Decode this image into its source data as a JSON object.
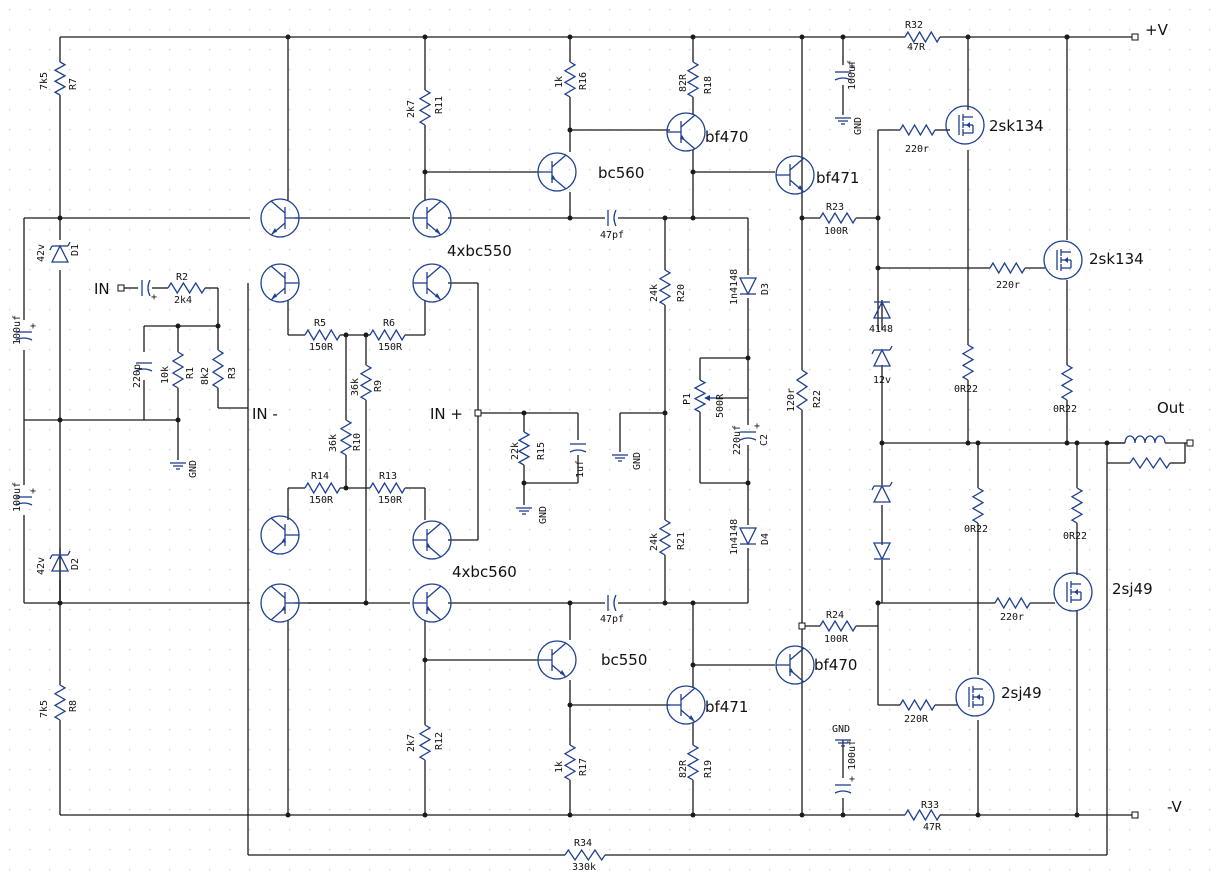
{
  "labels": {
    "plus_v": "+V",
    "minus_v": "-V",
    "out": "Out",
    "in": "IN",
    "in_minus": "IN -",
    "in_plus": "IN +",
    "gnd": "GND",
    "ltp_top": "4xbc550",
    "ltp_bottom": "4xbc560",
    "vas_top": "bc560",
    "vas_bottom": "bc550",
    "q_bf470_top": "bf470",
    "q_bf471_top": "bf471",
    "q_bf471_bottom": "bf471",
    "q_bf470_bottom": "bf470",
    "mosfet_n1": "2sk134",
    "mosfet_n2": "2sk134",
    "mosfet_p1": "2sj49",
    "mosfet_p2": "2sj49"
  },
  "parts": {
    "R1": {
      "ref": "R1",
      "value": "10k"
    },
    "R2": {
      "ref": "R2",
      "value": "2k4"
    },
    "R3": {
      "ref": "R3",
      "value": "8k2"
    },
    "R5": {
      "ref": "R5",
      "value": "150R"
    },
    "R6": {
      "ref": "R6",
      "value": "150R"
    },
    "R7": {
      "ref": "R7",
      "value": "7k5"
    },
    "R8": {
      "ref": "R8",
      "value": "7k5"
    },
    "R9": {
      "ref": "R9",
      "value": "36k"
    },
    "R10": {
      "ref": "R10",
      "value": "36k"
    },
    "R11": {
      "ref": "R11",
      "value": "2k7"
    },
    "R12": {
      "ref": "R12",
      "value": "2k7"
    },
    "R13": {
      "ref": "R13",
      "value": "150R"
    },
    "R14": {
      "ref": "R14",
      "value": "150R"
    },
    "R15": {
      "ref": "R15",
      "value": "22k"
    },
    "R16": {
      "ref": "R16",
      "value": "1k"
    },
    "R17": {
      "ref": "R17",
      "value": "1k"
    },
    "R18": {
      "ref": "R18",
      "value": "82R"
    },
    "R19": {
      "ref": "R19",
      "value": "82R"
    },
    "R20": {
      "ref": "R20",
      "value": "24k"
    },
    "R21": {
      "ref": "R21",
      "value": "24k"
    },
    "R22": {
      "ref": "R22",
      "value": "120r"
    },
    "R23": {
      "ref": "R23",
      "value": "100R"
    },
    "R24": {
      "ref": "R24",
      "value": "100R"
    },
    "R32": {
      "ref": "R32",
      "value": "47R"
    },
    "R33": {
      "ref": "R33",
      "value": "47R"
    },
    "R34": {
      "ref": "R34",
      "value": "330k"
    },
    "Rg1": {
      "value": "220r"
    },
    "Rg2": {
      "value": "220r"
    },
    "Rg3": {
      "value": "220r"
    },
    "Rg4": {
      "value": "220R"
    },
    "Re1": {
      "value": "0R22"
    },
    "Re2": {
      "value": "0R22"
    },
    "Re3": {
      "value": "0R22"
    },
    "Re4": {
      "value": "0R22"
    },
    "D1": {
      "ref": "D1",
      "value": "42v"
    },
    "D2": {
      "ref": "D2",
      "value": "42v"
    },
    "D3": {
      "ref": "D3",
      "value": "1n4148"
    },
    "D4": {
      "ref": "D4",
      "value": "1n4148"
    },
    "Dz": {
      "value": "4148"
    },
    "Z12": {
      "value": "12v"
    },
    "P1": {
      "ref": "P1",
      "value": "500R"
    },
    "C2": {
      "ref": "C2",
      "value": "220uf"
    },
    "C1u": {
      "value": "1uf"
    },
    "C220p": {
      "value": "220p"
    },
    "C47a": {
      "value": "47pf"
    },
    "C47b": {
      "value": "47pf"
    },
    "CL1": {
      "value": "100uf"
    },
    "CL2": {
      "value": "100uf"
    },
    "CT": {
      "value": "100uf"
    },
    "CB": {
      "value": "100uf"
    }
  },
  "colors": {
    "wire": "#1a1a1a",
    "component": "#1f3f8f",
    "background": "#ffffff"
  }
}
